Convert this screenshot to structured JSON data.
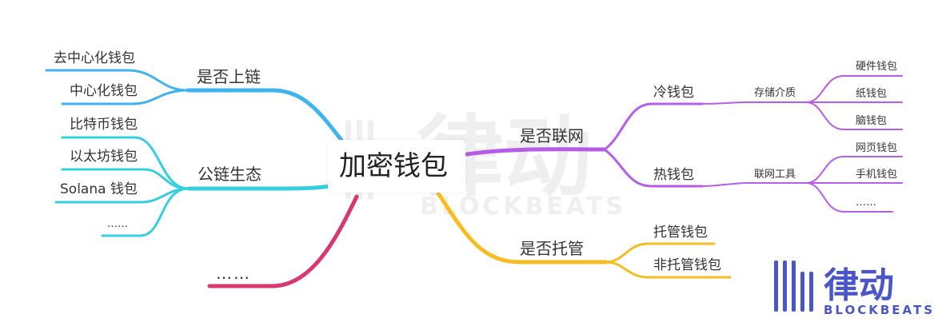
{
  "center": {
    "label": "加密钱包"
  },
  "branches": {
    "onchain": {
      "label": "是否上链",
      "children": [
        "去中心化钱包",
        "中心化钱包"
      ]
    },
    "ecosystem": {
      "label": "公链生态",
      "children": [
        "比特币钱包",
        "以太坊钱包",
        "Solana 钱包",
        "……"
      ]
    },
    "more": {
      "label": "……"
    },
    "network": {
      "label": "是否联网",
      "cold": {
        "label": "冷钱包",
        "sub": "存储介质",
        "children": [
          "硬件钱包",
          "纸钱包",
          "脑钱包"
        ]
      },
      "hot": {
        "label": "热钱包",
        "sub": "联网工具",
        "children": [
          "网页钱包",
          "手机钱包",
          "……"
        ]
      }
    },
    "custody": {
      "label": "是否托管",
      "children": [
        "托管钱包",
        "非托管钱包"
      ]
    }
  },
  "watermark": {
    "cn": "律动",
    "en": "BLOCKBEATS"
  },
  "logo": {
    "cn": "律动",
    "en": "BLOCKBEATS"
  },
  "colors": {
    "onchain": "#3fb3ef",
    "ecosystem": "#36cfe0",
    "more": "#d9376e",
    "network": "#b65ce6",
    "custody": "#f5bd1f",
    "logo": "#4a55c8"
  }
}
